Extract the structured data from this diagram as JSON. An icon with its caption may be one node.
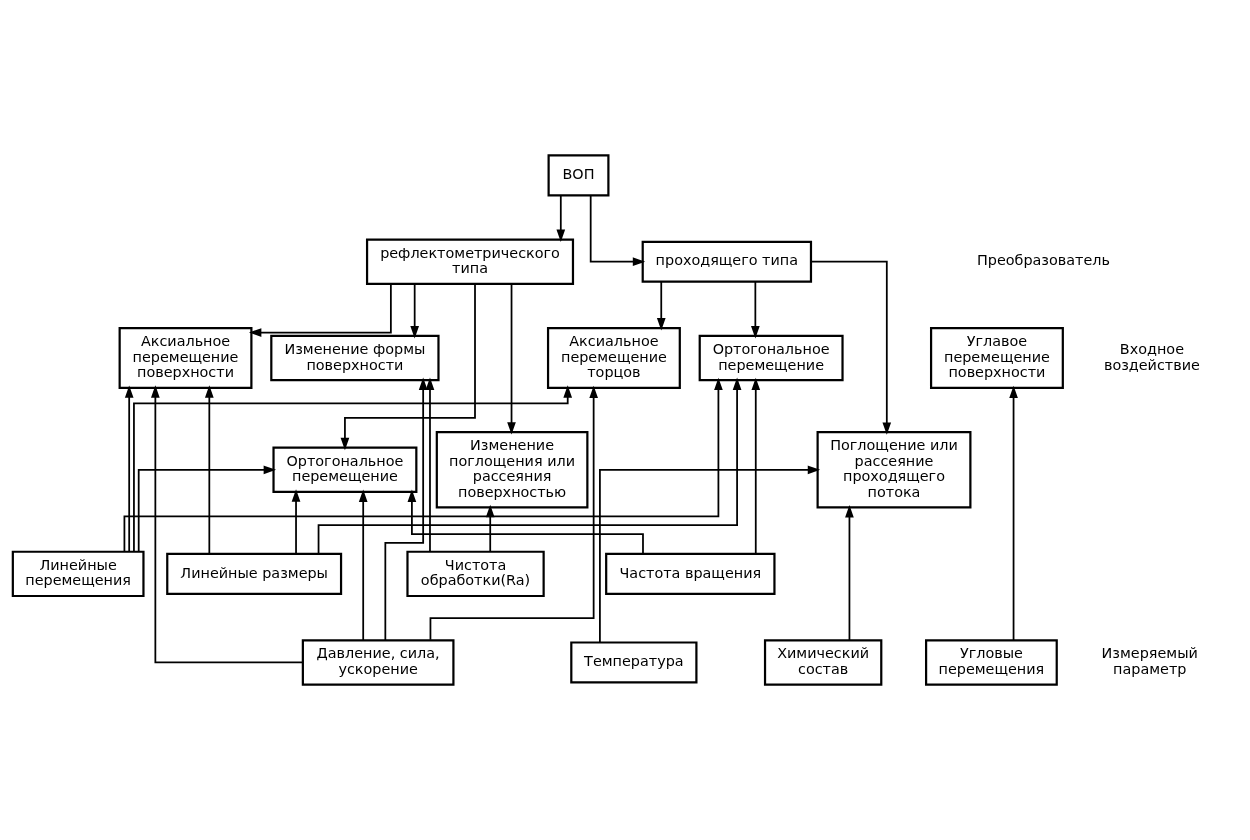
{
  "diagram": {
    "nodes": [
      {
        "text": [
          "ВОП"
        ]
      },
      {
        "text": [
          "рефлектометрического типа"
        ]
      },
      {
        "text": [
          "проходящего типа"
        ]
      },
      {
        "text": [
          "Аксиальное перемещение поверхности"
        ]
      },
      {
        "text": [
          "Углавое перемещение поверхности"
        ]
      },
      {
        "text": [
          "Изменение формы поверхности"
        ]
      },
      {
        "text": [
          "Аксиальное перемещение торцов"
        ]
      },
      {
        "text": [
          "Ортогональное перемещение"
        ]
      },
      {
        "text": [
          "Ортогональное перемещение"
        ]
      },
      {
        "text": [
          "Изменение поглощения или рассеяния поверхностью"
        ]
      },
      {
        "text": [
          "Поглощение или рассеяние проходящего потока"
        ]
      },
      {
        "text": [
          "Линейные перемещения"
        ]
      },
      {
        "text": [
          "Линейные размеры"
        ]
      },
      {
        "text": [
          "Чистота обработки(Ra)"
        ]
      },
      {
        "text": [
          "Частота вращения"
        ]
      },
      {
        "text": [
          "Угловые перемещения"
        ]
      },
      {
        "text": [
          "Давление, сила, ускорение"
        ]
      },
      {
        "text": [
          "Температура"
        ]
      },
      {
        "text": [
          "Химический состав"
        ]
      }
    ],
    "edges": [
      {
        "from": 0,
        "to": 1,
        "arrow": "to"
      },
      {
        "from": 0,
        "to": 2,
        "arrow": "to"
      },
      {
        "from": 1,
        "to": 3,
        "arrow": "to"
      },
      {
        "from": 1,
        "to": 8,
        "arrow": "to"
      },
      {
        "from": 1,
        "to": 9,
        "arrow": "to"
      },
      {
        "from": 1,
        "to": 5,
        "arrow": "to"
      },
      {
        "from": 2,
        "to": 6,
        "arrow": "to"
      },
      {
        "from": 2,
        "to": 10,
        "arrow": "to"
      },
      {
        "from": 2,
        "to": 7,
        "arrow": "to"
      },
      {
        "from": 11,
        "to": 3,
        "arrow": "to"
      },
      {
        "from": 12,
        "to": 3,
        "arrow": "to"
      },
      {
        "from": 16,
        "to": 3,
        "arrow": "to"
      },
      {
        "from": 15,
        "to": 4,
        "arrow": "to"
      },
      {
        "from": 11,
        "to": 8,
        "arrow": "to"
      },
      {
        "from": 12,
        "to": 8,
        "arrow": "to"
      },
      {
        "from": 16,
        "to": 8,
        "arrow": "to"
      },
      {
        "from": 14,
        "to": 8,
        "arrow": "to"
      },
      {
        "from": 13,
        "to": 5,
        "arrow": "to"
      },
      {
        "from": 16,
        "to": 5,
        "arrow": "to"
      },
      {
        "from": 13,
        "to": 9,
        "arrow": "to"
      },
      {
        "from": 11,
        "to": 6,
        "arrow": "to"
      },
      {
        "from": 16,
        "to": 6,
        "arrow": "to"
      },
      {
        "from": 11,
        "to": 7,
        "arrow": "to"
      },
      {
        "from": 12,
        "to": 7,
        "arrow": "to"
      },
      {
        "from": 14,
        "to": 7,
        "arrow": "to"
      },
      {
        "from": 17,
        "to": 10,
        "arrow": "to"
      },
      {
        "from": 18,
        "to": 10,
        "arrow": "to"
      }
    ],
    "labels": [
      "Преобразователь",
      "Входное воздействие",
      "Измеряемый параметр"
    ]
  }
}
